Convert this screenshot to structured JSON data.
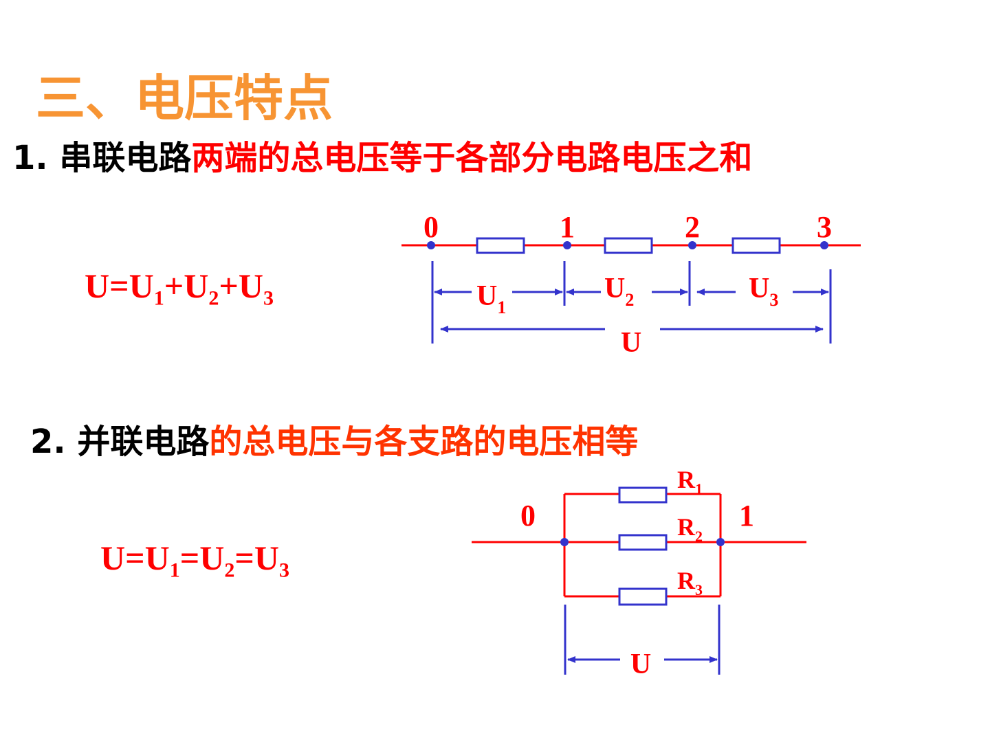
{
  "heading": "三、电压特点",
  "point1": {
    "number": "1.",
    "black": "串联电路",
    "red": "两端的总电压等于各部分电路电压之和"
  },
  "point2": {
    "number": "2.",
    "black": "并联电路",
    "red": "的总电压与各支路的电压相等"
  },
  "formula1": {
    "U": "U",
    "eq": "=",
    "U1": "U",
    "s1": "1",
    "plus1": "+",
    "U2": "U",
    "s2": "2",
    "plus2": "+",
    "U3": "U",
    "s3": "3"
  },
  "formula2": {
    "U": "U",
    "eq1": "=",
    "U1": "U",
    "s1": "1",
    "eq2": "=",
    "U2": "U",
    "s2": "2",
    "eq3": "=",
    "U3": "U",
    "s3": "3"
  },
  "series": {
    "nodes": [
      "0",
      "1",
      "2",
      "3"
    ],
    "segments": [
      {
        "letter": "U",
        "sub": "1"
      },
      {
        "letter": "U",
        "sub": "2"
      },
      {
        "letter": "U",
        "sub": "3"
      }
    ],
    "total": "U"
  },
  "parallel": {
    "left_node": "0",
    "right_node": "1",
    "resistors": [
      {
        "letter": "R",
        "sub": "1"
      },
      {
        "letter": "R",
        "sub": "2"
      },
      {
        "letter": "R",
        "sub": "3"
      }
    ],
    "total": "U"
  },
  "colors": {
    "heading": "#f79433",
    "wire": "#ff0000",
    "component": "#3333cc",
    "text": "#000000",
    "emphasis": "#ff0000",
    "emphasis2": "#ff3300"
  }
}
